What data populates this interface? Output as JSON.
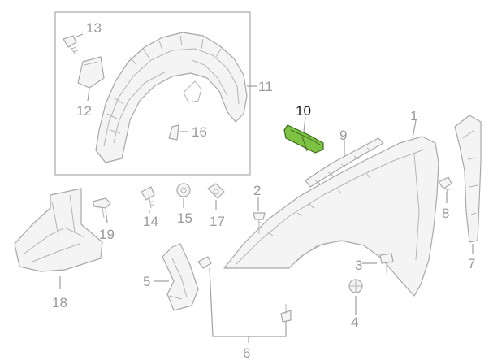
{
  "diagram": {
    "highlight_color": "#7dc243",
    "callouts": [
      {
        "id": "c1",
        "number": "1"
      },
      {
        "id": "c2",
        "number": "2"
      },
      {
        "id": "c3",
        "number": "3"
      },
      {
        "id": "c4",
        "number": "4"
      },
      {
        "id": "c5",
        "number": "5"
      },
      {
        "id": "c6",
        "number": "6"
      },
      {
        "id": "c7",
        "number": "7"
      },
      {
        "id": "c8",
        "number": "8"
      },
      {
        "id": "c9",
        "number": "9"
      },
      {
        "id": "c10",
        "number": "10",
        "highlighted": true
      },
      {
        "id": "c11",
        "number": "11"
      },
      {
        "id": "c12",
        "number": "12"
      },
      {
        "id": "c13",
        "number": "13"
      },
      {
        "id": "c14",
        "number": "14"
      },
      {
        "id": "c15",
        "number": "15"
      },
      {
        "id": "c16",
        "number": "16"
      },
      {
        "id": "c17",
        "number": "17"
      },
      {
        "id": "c18",
        "number": "18"
      },
      {
        "id": "c19",
        "number": "19"
      }
    ]
  }
}
